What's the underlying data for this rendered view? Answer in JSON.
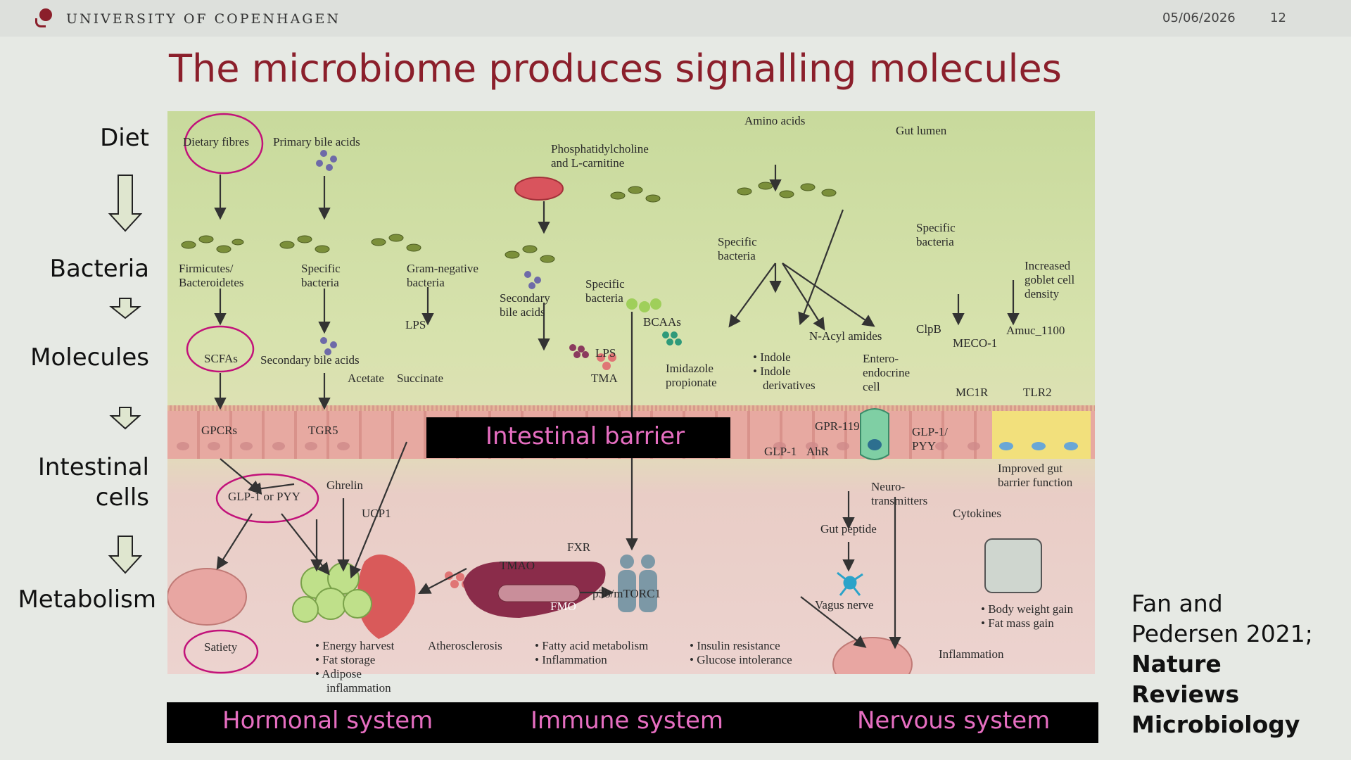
{
  "header": {
    "university": "UNIVERSITY OF COPENHAGEN",
    "date": "05/06/2026",
    "page_number": "12"
  },
  "slide": {
    "title": "The microbiome produces signalling molecules"
  },
  "row_labels": {
    "diet": "Diet",
    "bacteria": "Bacteria",
    "molecules": "Molecules",
    "intestinal": "Intestinal",
    "cells": "cells",
    "metabolism": "Metabolism"
  },
  "figure": {
    "gut_lumen": "Gut lumen",
    "dietary_fibres": "Dietary fibres",
    "primary_bile_acids": "Primary bile acids",
    "amino_acids": "Amino acids",
    "phosphatidylcholine": "Phosphatidylcholine",
    "and_carnitine": "and L-carnitine",
    "firmicutes": "Firmicutes/",
    "bacteroidetes": "Bacteroidetes",
    "specific_bacteria": "Specific",
    "bacteria_word": "bacteria",
    "gram_negative": "Gram-negative",
    "secondary_bile_acids_small": "Secondary",
    "bile_acids_small": "bile acids",
    "lps": "LPS",
    "bcaas": "BCAAs",
    "increased": "Increased",
    "goblet_cell": "goblet cell",
    "density": "density",
    "scfas": "SCFAs",
    "secondary_bile_acids": "Secondary bile acids",
    "acetate": "Acetate",
    "succinate": "Succinate",
    "tma": "TMA",
    "imidazole": "Imidazole",
    "propionate": "propionate",
    "indole": "• Indole",
    "indole2": "• Indole",
    "derivatives": "derivatives",
    "n_acyl": "N-Acyl amides",
    "clpb": "ClpB",
    "meco": "MECO-1",
    "amuc": "Amuc_1100",
    "entero": "Entero-",
    "endocrine": "endocrine",
    "cell": "cell",
    "mc1r": "MC1R",
    "tlr2": "TLR2",
    "gpcrs": "GPCRs",
    "tgr5": "TGR5",
    "gpr119": "GPR-119",
    "glp1_pyy_a": "GLP-1/",
    "glp1_pyy_b": "PYY",
    "glp1": "GLP-1",
    "ahr": "AhR",
    "improved": "Improved gut",
    "barrier_function": "barrier function",
    "glp1_or_pyy": "GLP-1 or PYY",
    "ghrelin": "Ghrelin",
    "ucp1": "UCP1",
    "fxr": "FXR",
    "tmao": "TMAO",
    "fmo": "FMO",
    "p38": "p38/mTORC1",
    "neuro": "Neuro-",
    "transmitters": "transmitters",
    "cytokines": "Cytokines",
    "gut_peptide": "Gut peptide",
    "vagus": "Vagus nerve",
    "satiety": "Satiety",
    "energy_harvest": "• Energy harvest",
    "fat_storage": "• Fat storage",
    "adipose": "• Adipose",
    "inflammation_adipose": "inflammation",
    "atherosclerosis": "Atherosclerosis",
    "fatty_acid": "• Fatty acid metabolism",
    "inflammation_liver": "• Inflammation",
    "insulin": "• Insulin resistance",
    "glucose": "• Glucose intolerance",
    "inflammation_brain": "Inflammation",
    "body_weight": "• Body weight gain",
    "fat_mass": "• Fat mass gain"
  },
  "overlays": {
    "intestinal_barrier": "Intestinal barrier",
    "hormonal": "Hormonal system",
    "immune": "Immune system",
    "nervous": "Nervous system"
  },
  "reference": {
    "authors": "Fan and",
    "year": "Pedersen 2021;",
    "journal_1": "Nature",
    "journal_2": "Reviews",
    "journal_3": "Microbiology"
  },
  "colors": {
    "brand": "#8b1f2b",
    "overlay_text": "#e66ec1",
    "highlight_circle": "#c2127a"
  }
}
